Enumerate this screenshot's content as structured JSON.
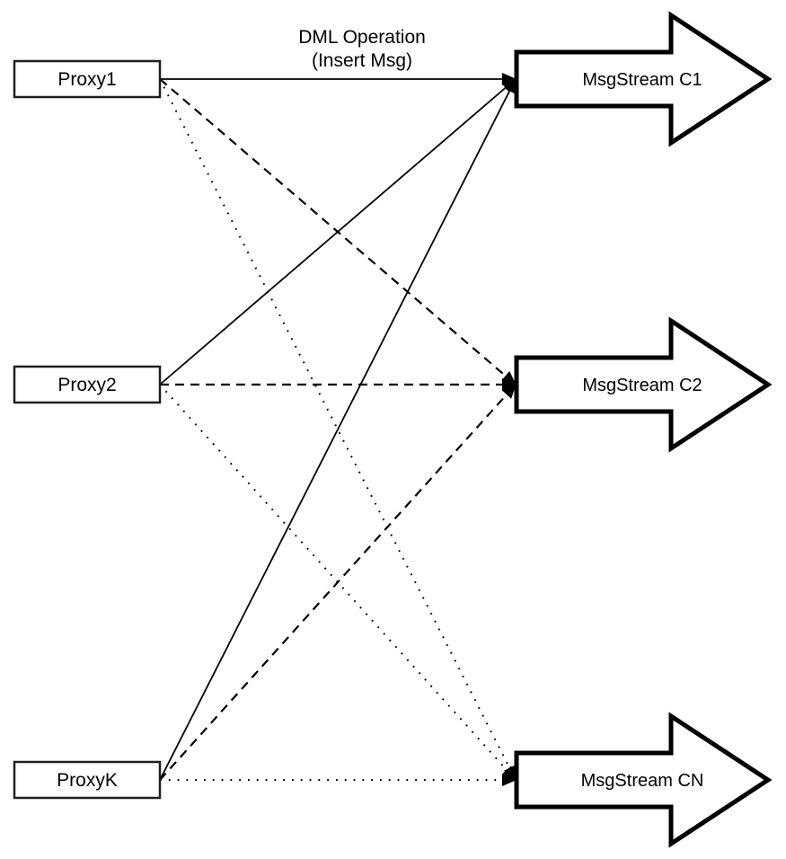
{
  "diagram": {
    "title": {
      "line1": "DML Operation",
      "line2": "(Insert Msg)"
    },
    "proxies": [
      {
        "label": "Proxy1"
      },
      {
        "label": "Proxy2"
      },
      {
        "label": "ProxyK"
      }
    ],
    "streams": [
      {
        "label": "MsgStream C1"
      },
      {
        "label": "MsgStream C2"
      },
      {
        "label": "MsgStream CN"
      }
    ],
    "edges": [
      {
        "from": "Proxy1",
        "to": "MsgStream C1",
        "style": "solid"
      },
      {
        "from": "Proxy2",
        "to": "MsgStream C1",
        "style": "solid"
      },
      {
        "from": "ProxyK",
        "to": "MsgStream C1",
        "style": "solid"
      },
      {
        "from": "Proxy1",
        "to": "MsgStream C2",
        "style": "dashed"
      },
      {
        "from": "Proxy2",
        "to": "MsgStream C2",
        "style": "dashed"
      },
      {
        "from": "ProxyK",
        "to": "MsgStream C2",
        "style": "dashed"
      },
      {
        "from": "Proxy1",
        "to": "MsgStream CN",
        "style": "dotted"
      },
      {
        "from": "Proxy2",
        "to": "MsgStream CN",
        "style": "dotted"
      },
      {
        "from": "ProxyK",
        "to": "MsgStream CN",
        "style": "dotted"
      }
    ],
    "colors": {
      "line": "#000000",
      "box_border": "#1f1f1f",
      "fill": "#ffffff",
      "background": "#ffffff"
    }
  }
}
